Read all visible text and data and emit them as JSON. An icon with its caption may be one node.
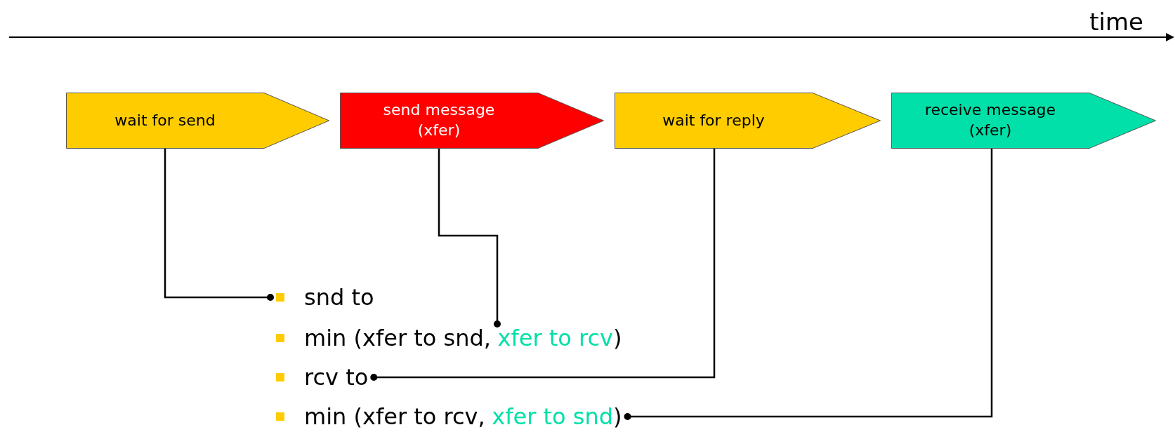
{
  "diagram": {
    "nodes": [
      {
        "text": [
          "wait for send"
        ]
      },
      {
        "text": [
          "send message (xfer)"
        ]
      },
      {
        "text": [
          "wait for reply"
        ]
      },
      {
        "text": [
          "receive message (xfer)"
        ]
      },
      {
        "text": [
          "snd to"
        ]
      },
      {
        "text": [
          "min (xfer to snd,",
          "xfer to rcv)"
        ]
      },
      {
        "text": [
          "rcv to"
        ]
      },
      {
        "text": [
          "min (xfer to rcv,",
          "xfer to snd)"
        ]
      }
    ],
    "edges": [
      {
        "from": 0,
        "to": 4,
        "arrow": "other"
      },
      {
        "from": 1,
        "to": 5,
        "arrow": "other"
      },
      {
        "from": 2,
        "to": 6,
        "arrow": "other"
      },
      {
        "from": 3,
        "to": 7,
        "arrow": "other"
      }
    ],
    "labels": [
      "time"
    ]
  }
}
